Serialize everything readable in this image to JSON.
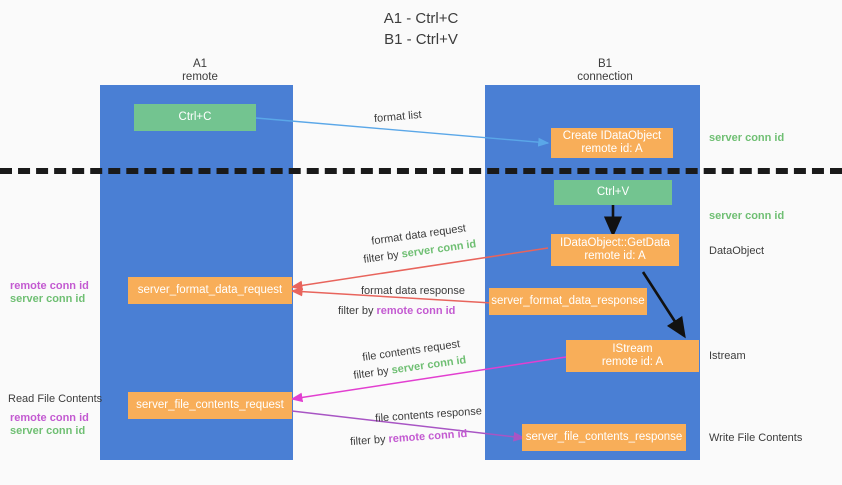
{
  "title": {
    "line1": "A1 - Ctrl+C",
    "line2": "B1 - Ctrl+V"
  },
  "columns": [
    {
      "name": "A1",
      "sub": "remote"
    },
    {
      "name": "B1",
      "sub": "connection"
    }
  ],
  "boxes": {
    "ctrl_c": {
      "label": "Ctrl+C",
      "color": "#73c490"
    },
    "ctrl_v": {
      "label": "Ctrl+V",
      "color": "#73c490"
    },
    "create_dataobject": {
      "line1": "Create IDataObject",
      "line2": "remote id: A",
      "color": "#f8ae59"
    },
    "getdata": {
      "line1": "IDataObject::GetData",
      "line2": "remote id: A",
      "color": "#f8ae59"
    },
    "istream": {
      "line1": "IStream",
      "line2": "remote id: A",
      "color": "#f8ae59"
    },
    "server_format_data_request": {
      "label": "server_format_data_request",
      "color": "#f8ae59"
    },
    "server_format_data_response": {
      "label": "server_format_data_response",
      "color": "#f8ae59"
    },
    "server_file_contents_request": {
      "label": "server_file_contents_request",
      "color": "#f8ae59"
    },
    "server_file_contents_response": {
      "label": "server_file_contents_response",
      "color": "#f8ae59"
    }
  },
  "edge_labels": {
    "format_list": "format list",
    "format_data_request": "format data request",
    "format_data_response": "format data response",
    "file_contents_request": "file contents request",
    "file_contents_response": "file contents response",
    "filter_by": "filter by",
    "server_conn_id": "server conn id",
    "remote_conn_id": "remote conn id"
  },
  "side_labels": {
    "server_conn_id_top": "server conn id",
    "server_conn_id_mid": "server conn id",
    "dataobject": "DataObject",
    "istream": "Istream",
    "write_file_contents": "Write File Contents",
    "read_file_contents": "Read File Contents",
    "remote_conn_id": "remote conn id",
    "server_conn_id": "server conn id"
  },
  "colors": {
    "lane": "#4a7fd4",
    "green_box": "#73c490",
    "orange_box": "#f8ae59",
    "green_text": "#6fbf73",
    "purple_text": "#c35ad1",
    "arrow_blue": "#5aa7e8",
    "arrow_red": "#e8645c",
    "arrow_magenta": "#e23fd0",
    "arrow_purple": "#a855c4",
    "arrow_black": "#111111",
    "divider": "#1a1a1a",
    "background": "#fafafa"
  }
}
